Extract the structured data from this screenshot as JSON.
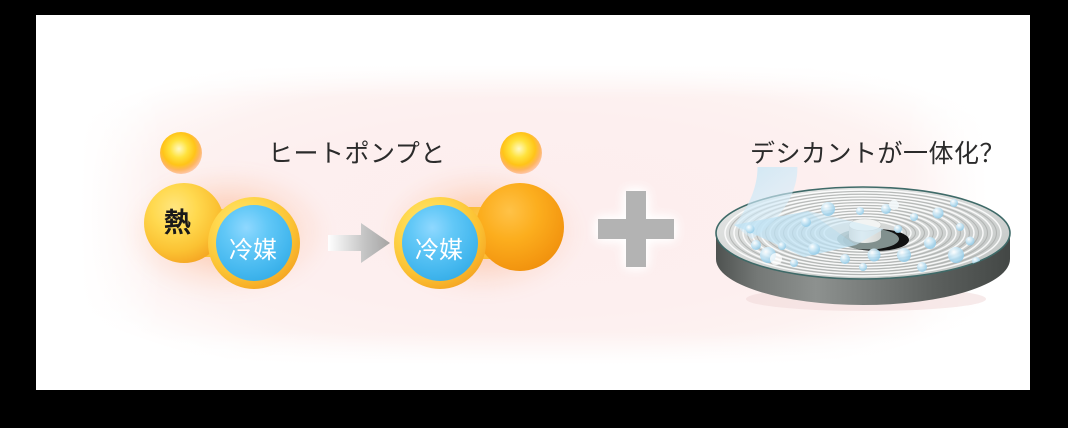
{
  "diagram": {
    "title_left": "ヒートポンプと",
    "title_right": "デシカントが一体化？",
    "heat_label": "熱",
    "refrigerant_label_before": "冷媒",
    "refrigerant_label_after": "冷媒",
    "plus_symbol": "+",
    "arrow_symbol": "→"
  },
  "icons": {
    "spark_left": "heat-spark-icon",
    "spark_right": "heat-spark-icon",
    "arrow": "right-arrow-icon",
    "plus": "plus-icon",
    "wheel": "desiccant-wheel-icon",
    "airflow": "airflow-ribbon-icon",
    "droplets": "water-droplet-icon"
  },
  "colors": {
    "page_background": "#ffffff",
    "frame": "#000000",
    "panel_pink": "#fdefef",
    "yellow": "#fbc233",
    "orange": "#f59a12",
    "blue": "#45b8ef",
    "gray_plus": "#b3b3b3",
    "wheel_top": "#d9dbda",
    "wheel_side": "#5e6260",
    "wheel_rim": "#3f6a68",
    "droplet_blue": "#a9d8f0",
    "airflow_blue": "#bde2f5",
    "text_dark": "#2b2b2b"
  }
}
